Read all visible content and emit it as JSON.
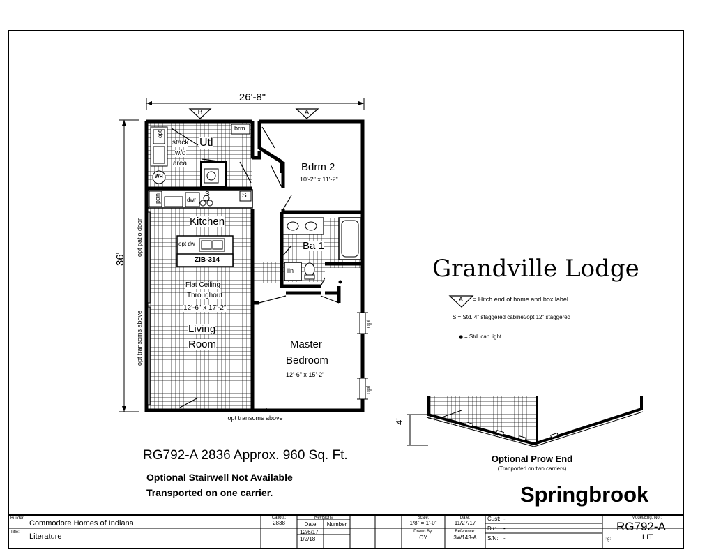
{
  "plan": {
    "dimensions": {
      "width": "26'-8\"",
      "depth": "36'",
      "prow_depth": "4'"
    },
    "markers": {
      "a": "A",
      "b": "B"
    },
    "rooms": {
      "utility": "Utl",
      "stack_wd": [
        "stack",
        "w/d",
        "area"
      ],
      "opt_small": "opt",
      "brm": "brm",
      "bedroom2": {
        "name": "Bdrm 2",
        "size": "10'-2\" x 11'-2\""
      },
      "pan": "pan",
      "dwr": "dwr",
      "s": "S",
      "kitchen": "Kitchen",
      "opt_dw": "opt dw",
      "island": "ZIB-314",
      "bath": "Ba 1",
      "lin": "lin",
      "flat_ceiling": [
        "Flat Ceiling",
        "Throughout"
      ],
      "living": {
        "size": "12'-6\" x 17'-2\"",
        "name": [
          "Living",
          "Room"
        ]
      },
      "master": {
        "name": [
          "Master",
          "Bedroom"
        ],
        "size": "12'-6\" x 15'-2\""
      },
      "opt": "opt",
      "wh": "WH"
    },
    "side_labels": {
      "patio": "opt patio door",
      "transoms_left": "opt transoms above",
      "transoms_bottom": "opt transoms above"
    }
  },
  "title_block_main": {
    "model_line": "RG792-A 2836  Approx. 960 Sq. Ft.",
    "note1": "Optional Stairwell Not Available",
    "note2": "Transported on one carrier."
  },
  "legend": {
    "title": "Grandville Lodge",
    "hitch_marker": "A",
    "hitch": "= Hitch end of home and box label",
    "s_note": "S = Std. 4\" staggered cabinet/opt 12\" staggered",
    "can_light": "= Std. can light"
  },
  "prow": {
    "title": "Optional Prow End",
    "subtitle": "(Tranported on two carriers)"
  },
  "brand": "Springbrook",
  "title_block": {
    "builder_label": "Builder:",
    "builder": "Commodore Homes of Indiana",
    "title_label": "Title:",
    "title": "Literature",
    "callout_label": "Callout:",
    "callout": "2838",
    "revisions_label": "Revisions",
    "date_label": "Date",
    "number_label": "Number",
    "rev_date1": "12/6/17",
    "rev_date2": "1/2/18",
    "dot": ".",
    "scale_label": "Scale:",
    "scale": "1/8\" = 1'-0\"",
    "date_hdr": "Date:",
    "date": "11/27/17",
    "drawn_label": "Drawn By:",
    "drawn": "OY",
    "ref_label": "Reference:",
    "ref": "3W143-A",
    "cust_label": "Cust:",
    "cust": "-",
    "dlr_label": "Dlr:",
    "dlr": "-",
    "sn_label": "S/N:",
    "sn": "-",
    "model_label": "Model/Eng. No.:",
    "model": "RG792-A",
    "pg_label": "Pg:",
    "pg": "LIT"
  }
}
